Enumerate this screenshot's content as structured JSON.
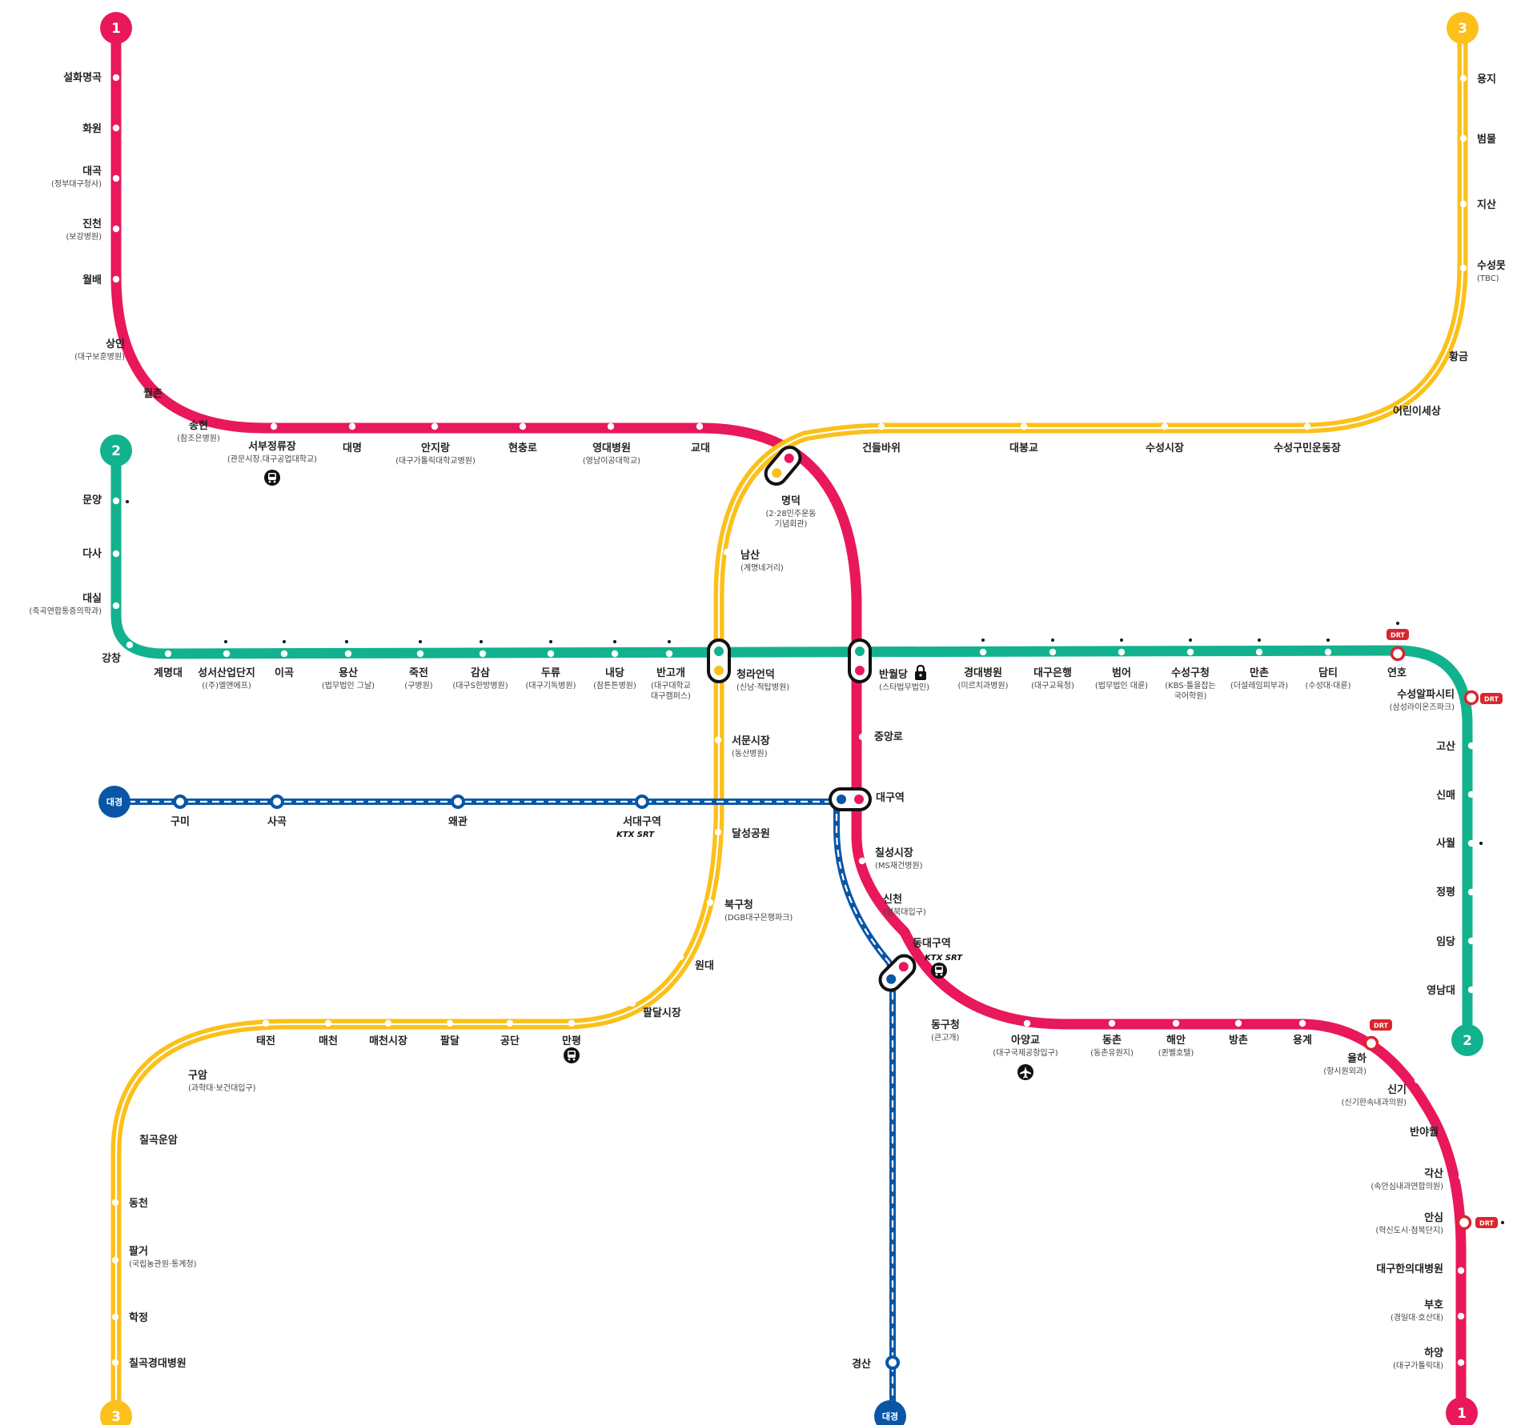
{
  "colors": {
    "line1": "#E8185A",
    "line2": "#12B28E",
    "line3": "#FBC01A",
    "daegyeong": "#0A56A6",
    "drt": "#D8262F"
  },
  "terminals": {
    "line1_start": "1",
    "line1_end": "1",
    "line2_start": "2",
    "line2_end": "2",
    "line3_start": "3",
    "line3_end": "3",
    "dg_west": "대경",
    "dg_south": "대경"
  },
  "badges": {
    "drt": "DRT",
    "ktx": "KTX",
    "srt": "SRT"
  },
  "icons": {
    "bus": "bus-icon",
    "airport": "airplane-icon",
    "lock": "lock-icon"
  },
  "stations": [
    {
      "name": "설화명곡",
      "sub": ""
    },
    {
      "name": "화원",
      "sub": ""
    },
    {
      "name": "대곡",
      "sub": "(정부대구청사)"
    },
    {
      "name": "진천",
      "sub": "(보강병원)"
    },
    {
      "name": "월배",
      "sub": ""
    },
    {
      "name": "상인",
      "sub": "(대구보훈병원)"
    },
    {
      "name": "월촌",
      "sub": ""
    },
    {
      "name": "송현",
      "sub": "(참조은병원)"
    },
    {
      "name": "서부정류장",
      "sub": "(관문시장.대구공업대학교)"
    },
    {
      "name": "대명",
      "sub": ""
    },
    {
      "name": "안지랑",
      "sub": "(대구가톨릭대학교병원)"
    },
    {
      "name": "현충로",
      "sub": ""
    },
    {
      "name": "영대병원",
      "sub": "(영남이공대학교)"
    },
    {
      "name": "교대",
      "sub": ""
    },
    {
      "name": "명덕",
      "sub": "(2·28민주운동",
      "sub2": "기념회관)"
    },
    {
      "name": "반월당",
      "sub": "(스타법무법인)"
    },
    {
      "name": "중앙로",
      "sub": ""
    },
    {
      "name": "대구역",
      "sub": ""
    },
    {
      "name": "칠성시장",
      "sub": "(MS재건병원)"
    },
    {
      "name": "신천",
      "sub": "(경북대입구)"
    },
    {
      "name": "동대구역",
      "sub": ""
    },
    {
      "name": "동구청",
      "sub": "(큰고개)"
    },
    {
      "name": "아양교",
      "sub": "(대구국제공항입구)"
    },
    {
      "name": "동촌",
      "sub": "(동촌유원지)"
    },
    {
      "name": "해안",
      "sub": "(퀸벨호텔)"
    },
    {
      "name": "방촌",
      "sub": ""
    },
    {
      "name": "용계",
      "sub": ""
    },
    {
      "name": "율하",
      "sub": "(항시원외과)"
    },
    {
      "name": "신기",
      "sub": "(신기한속내과의원)"
    },
    {
      "name": "반야월",
      "sub": ""
    },
    {
      "name": "각산",
      "sub": "(속안심내과연합의원)"
    },
    {
      "name": "안심",
      "sub": "(혁신도시·첨복단지)"
    },
    {
      "name": "대구한의대병원",
      "sub": ""
    },
    {
      "name": "부호",
      "sub": "(경일대·호산대)"
    },
    {
      "name": "하양",
      "sub": "(대구가톨릭대)"
    },
    {
      "name": "문양",
      "sub": ""
    },
    {
      "name": "다사",
      "sub": ""
    },
    {
      "name": "대실",
      "sub": "(죽곡연합통증의학과)"
    },
    {
      "name": "강창",
      "sub": ""
    },
    {
      "name": "계명대",
      "sub": ""
    },
    {
      "name": "성서산업단지",
      "sub": "((주)엘앤에프)"
    },
    {
      "name": "이곡",
      "sub": ""
    },
    {
      "name": "용산",
      "sub": "(법무법인 그날)"
    },
    {
      "name": "죽전",
      "sub": "(구병원)"
    },
    {
      "name": "감삼",
      "sub": "(대구S한방병원)"
    },
    {
      "name": "두류",
      "sub": "(대구기독병원)"
    },
    {
      "name": "내당",
      "sub": "(참튼튼병원)"
    },
    {
      "name": "반고개",
      "sub": "(대구대학교",
      "sub2": "대구캠퍼스)"
    },
    {
      "name": "청라언덕",
      "sub": "(신남·적탑병원)"
    },
    {
      "name": "경대병원",
      "sub": "(미르치과병원)"
    },
    {
      "name": "대구은행",
      "sub": "(대구교육청)"
    },
    {
      "name": "범어",
      "sub": "(법무법인 대륜)"
    },
    {
      "name": "수성구청",
      "sub": "(KBS·틀을잡는",
      "sub2": "국어학원)"
    },
    {
      "name": "만촌",
      "sub": "(더설레임피부과)"
    },
    {
      "name": "담티",
      "sub": "(수성대·대륜)"
    },
    {
      "name": "연호",
      "sub": ""
    },
    {
      "name": "수성알파시티",
      "sub": "(삼성라이온즈파크)"
    },
    {
      "name": "고산",
      "sub": ""
    },
    {
      "name": "신매",
      "sub": ""
    },
    {
      "name": "사월",
      "sub": ""
    },
    {
      "name": "정평",
      "sub": ""
    },
    {
      "name": "임당",
      "sub": ""
    },
    {
      "name": "영남대",
      "sub": ""
    },
    {
      "name": "칠곡경대병원",
      "sub": ""
    },
    {
      "name": "학정",
      "sub": ""
    },
    {
      "name": "팔거",
      "sub": "(국립농관원·통계청)"
    },
    {
      "name": "동천",
      "sub": ""
    },
    {
      "name": "칠곡운암",
      "sub": ""
    },
    {
      "name": "구암",
      "sub": "(과학대·보건대입구)"
    },
    {
      "name": "태전",
      "sub": ""
    },
    {
      "name": "매천",
      "sub": ""
    },
    {
      "name": "매천시장",
      "sub": ""
    },
    {
      "name": "팔달",
      "sub": ""
    },
    {
      "name": "공단",
      "sub": ""
    },
    {
      "name": "만평",
      "sub": ""
    },
    {
      "name": "팔달시장",
      "sub": ""
    },
    {
      "name": "원대",
      "sub": ""
    },
    {
      "name": "북구청",
      "sub": "(DGB대구은행파크)"
    },
    {
      "name": "달성공원",
      "sub": ""
    },
    {
      "name": "서문시장",
      "sub": "(동산병원)"
    },
    {
      "name": "남산",
      "sub": "(계명네거리)"
    },
    {
      "name": "건들바위",
      "sub": ""
    },
    {
      "name": "대봉교",
      "sub": ""
    },
    {
      "name": "수성시장",
      "sub": ""
    },
    {
      "name": "수성구민운동장",
      "sub": ""
    },
    {
      "name": "어린이세상",
      "sub": ""
    },
    {
      "name": "황금",
      "sub": ""
    },
    {
      "name": "수성못",
      "sub": "(TBC)"
    },
    {
      "name": "지산",
      "sub": ""
    },
    {
      "name": "범물",
      "sub": ""
    },
    {
      "name": "용지",
      "sub": ""
    },
    {
      "name": "구미",
      "sub": ""
    },
    {
      "name": "사곡",
      "sub": ""
    },
    {
      "name": "왜관",
      "sub": ""
    },
    {
      "name": "서대구역",
      "sub": ""
    },
    {
      "name": "경산",
      "sub": ""
    }
  ]
}
